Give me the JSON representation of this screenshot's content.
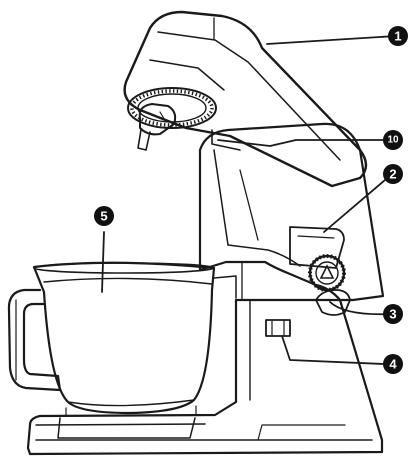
{
  "diagram": {
    "callouts": [
      {
        "id": "c1",
        "label": "1"
      },
      {
        "id": "c10",
        "label": "10"
      },
      {
        "id": "c2",
        "label": "2"
      },
      {
        "id": "c5",
        "label": "5"
      },
      {
        "id": "c3",
        "label": "3"
      },
      {
        "id": "c4",
        "label": "4"
      }
    ]
  }
}
